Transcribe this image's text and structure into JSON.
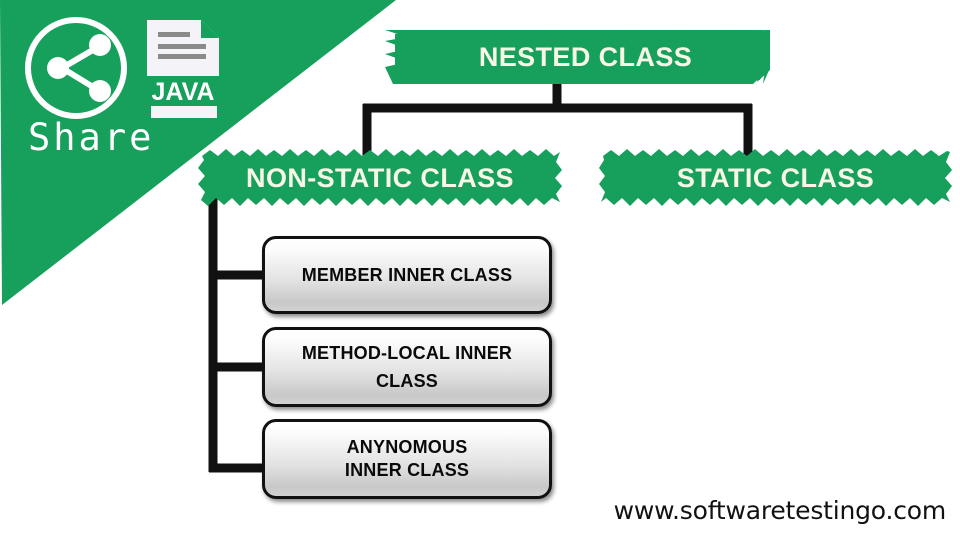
{
  "colors": {
    "green": "#17A05B",
    "banner_text": "#F7F6E7",
    "line": "#111111",
    "box_text": "#0a0a0a",
    "background": "#FFFFFF",
    "doc_line_gray": "#8a8a8a",
    "doc_white": "#F4F4F8"
  },
  "brand": {
    "share_label": "Share",
    "doc_label": "JAVA",
    "share_icon": "share-nodes-icon",
    "doc_icon": "java-document-icon"
  },
  "diagram": {
    "root": {
      "label": "NESTED CLASS"
    },
    "children": [
      {
        "label": "NON-STATIC CLASS"
      },
      {
        "label": "STATIC CLASS"
      }
    ],
    "leaves": [
      {
        "label": "MEMBER INNER CLASS"
      },
      {
        "label": "METHOD-LOCAL INNER CLASS"
      },
      {
        "label": "ANYNOMOUS\nINNER CLASS"
      }
    ]
  },
  "footer": {
    "url": "www.softwaretestingo.com"
  }
}
